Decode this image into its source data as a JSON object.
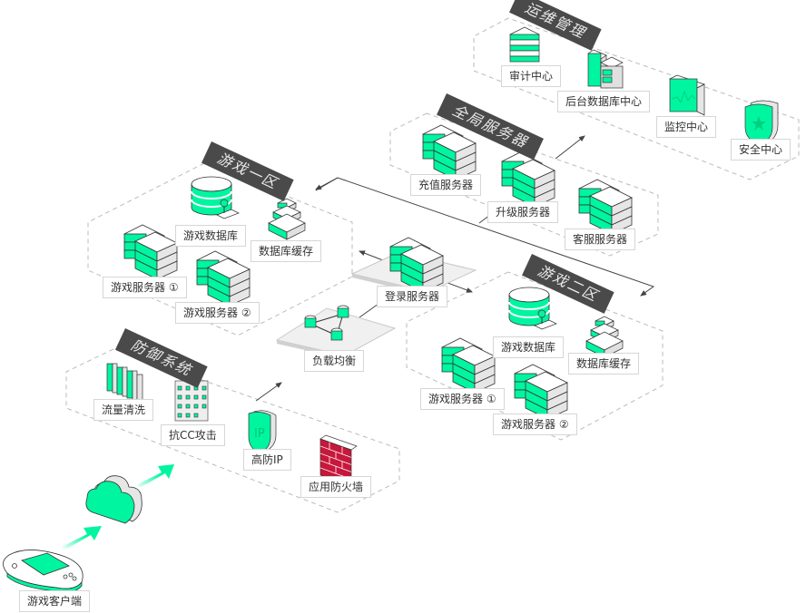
{
  "colors": {
    "accent": "#00f5a0",
    "banner": "#4a4a4a",
    "dash": "#bbbbbb",
    "firewall": "#c8173c",
    "line": "#444444"
  },
  "zones": {
    "ops": {
      "title": "运维管理",
      "items": [
        "审计中心",
        "后台数据库中心",
        "监控中心",
        "安全中心"
      ]
    },
    "global": {
      "title": "全局服务器",
      "items": [
        "充值服务器",
        "升级服务器",
        "客服服务器"
      ]
    },
    "zone1": {
      "title": "游戏一区",
      "items": [
        "游戏数据库",
        "数据库缓存",
        "游戏服务器 ①",
        "游戏服务器 ②"
      ]
    },
    "zone2": {
      "title": "游戏二区",
      "items": [
        "游戏数据库",
        "数据库缓存",
        "游戏服务器 ①",
        "游戏服务器 ②"
      ]
    },
    "defense": {
      "title": "防御系统",
      "items": [
        "流量清洗",
        "抗CC攻击",
        "高防IP",
        "应用防火墙"
      ]
    }
  },
  "core": {
    "login": "登录服务器",
    "balancer": "负载均衡"
  },
  "client": {
    "label": "游戏客户端",
    "ip_shield_text": "IP"
  }
}
